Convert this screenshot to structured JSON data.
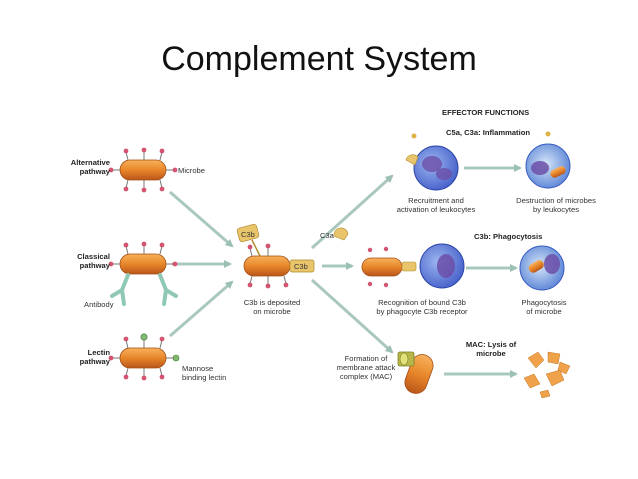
{
  "title": "Complement System",
  "pathways": {
    "alternative": "Alternative\npathway",
    "classical": "Classical\npathway",
    "lectin": "Lectin\npathway"
  },
  "labels": {
    "microbe": "Microbe",
    "antibody": "Antibody",
    "mannose": "Mannose\nbinding lectin",
    "c3b_deposited": "C3b is deposited\non microbe",
    "c3a": "C3a",
    "c3b_tag": "C3b",
    "c3b_tag2": "C3b"
  },
  "effector": {
    "header": "EFFECTOR FUNCTIONS",
    "inflammation": "C5a, C3a: Inflammation",
    "recruitment": "Recruitment and\nactivation of leukocytes",
    "destruction": "Destruction of microbes\nby leukocytes",
    "phagocytosis": "C3b: Phagocytosis",
    "recognition": "Recognition of bound C3b\nby phagocyte C3b receptor",
    "phago_of_microbe": "Phagocytosis\nof microbe",
    "mac_formation": "Formation of\nmembrane attack\ncomplex (MAC)",
    "mac_lysis": "MAC: Lysis of\nmicrobe"
  },
  "colors": {
    "microbe": "#e8862a",
    "arrow": "#a9c8bd",
    "leukocyte": "#5a6fd0",
    "c3b": "#e8c46a"
  }
}
